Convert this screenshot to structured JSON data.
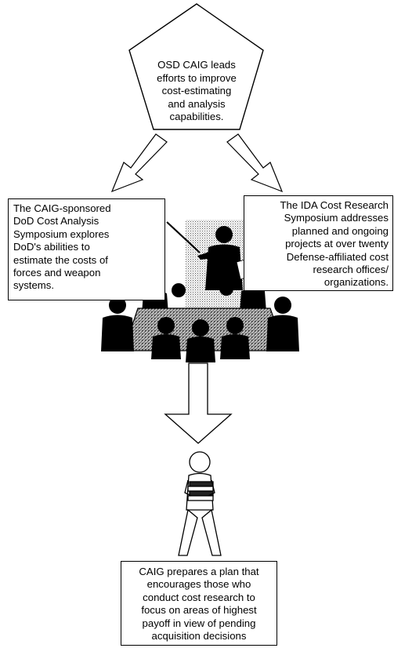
{
  "top_node": {
    "lines": [
      "OSD CAIG leads",
      "efforts to improve",
      "cost-estimating",
      "and analysis",
      "capabilities."
    ]
  },
  "left_box": {
    "lines": [
      "The CAIG-sponsored",
      "DoD Cost Analysis",
      "Symposium explores",
      "DoD's abilities to",
      "estimate the costs of",
      "forces and weapon",
      "systems."
    ]
  },
  "right_box": {
    "lines": [
      "The IDA Cost Research",
      "Symposium addresses",
      "planned and ongoing",
      "projects at over twenty",
      "Defense-affiliated cost",
      "research offices/",
      "organizations."
    ]
  },
  "bottom_box": {
    "lines": [
      "CAIG prepares a plan that",
      "encourages those who",
      "conduct cost research to",
      "focus on areas of highest",
      "payoff in view of pending",
      "acquisition decisions"
    ]
  }
}
